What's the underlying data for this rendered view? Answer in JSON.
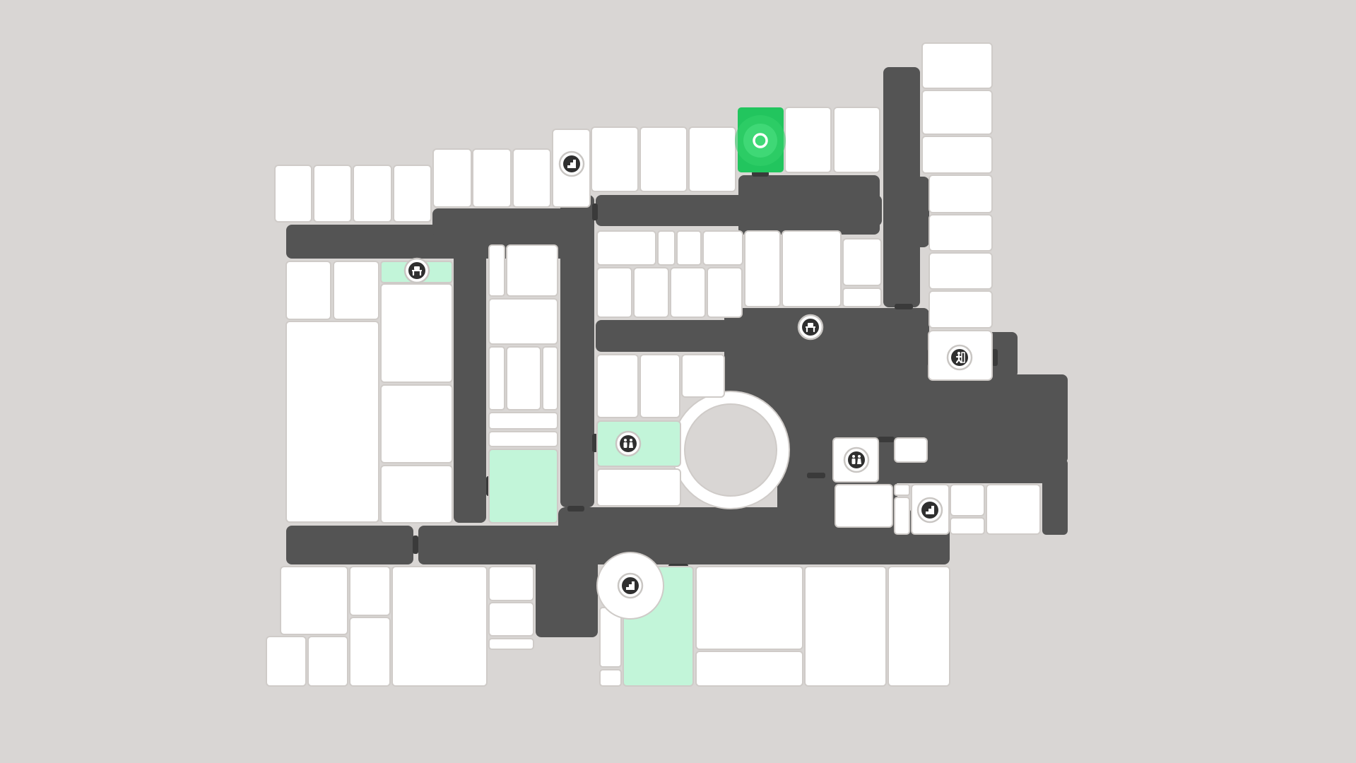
{
  "map": {
    "colors": {
      "background": "#d9d6d4",
      "room": "#ffffff",
      "room_highlight": "#c2f5d9",
      "corridor": "#545454",
      "location_marker": "#22c55e"
    },
    "current_location": {
      "icon": "location-pin-icon",
      "state": "active"
    },
    "points_of_interest": [
      {
        "id": "stairs-north",
        "icon": "stairs-icon"
      },
      {
        "id": "stairs-east",
        "icon": "stairs-icon"
      },
      {
        "id": "stairs-south",
        "icon": "stairs-icon"
      },
      {
        "id": "seating-west",
        "icon": "bench-icon"
      },
      {
        "id": "seating-center",
        "icon": "bench-icon"
      },
      {
        "id": "restroom-center",
        "icon": "restroom-icon"
      },
      {
        "id": "restroom-east",
        "icon": "restroom-icon"
      },
      {
        "id": "elevator-east",
        "icon": "elevator-icon"
      }
    ]
  }
}
